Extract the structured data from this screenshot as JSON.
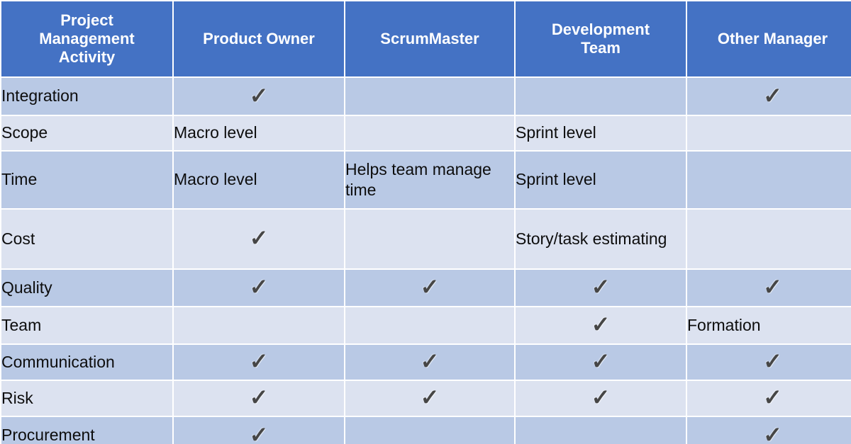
{
  "table": {
    "columns": [
      "Project Management Activity",
      "Product Owner",
      "ScrumMaster",
      "Development Team",
      "Other Manager"
    ],
    "column_lines": [
      [
        "Project",
        "Management",
        "Activity"
      ],
      [
        "Product Owner"
      ],
      [
        "ScrumMaster"
      ],
      [
        "Development",
        "Team"
      ],
      [
        "Other Manager"
      ]
    ],
    "check_glyph": "✓",
    "rows": [
      {
        "activity": "Integration",
        "cells": [
          {
            "type": "check",
            "value": "✓"
          },
          {
            "type": "empty",
            "value": ""
          },
          {
            "type": "empty",
            "value": ""
          },
          {
            "type": "check",
            "value": "✓"
          }
        ]
      },
      {
        "activity": "Scope",
        "cells": [
          {
            "type": "text",
            "value": "Macro level"
          },
          {
            "type": "empty",
            "value": ""
          },
          {
            "type": "text",
            "value": "Sprint level"
          },
          {
            "type": "empty",
            "value": ""
          }
        ]
      },
      {
        "activity": "Time",
        "cells": [
          {
            "type": "text",
            "value": "Macro level"
          },
          {
            "type": "text",
            "value": "Helps team manage time"
          },
          {
            "type": "text",
            "value": "Sprint level"
          },
          {
            "type": "empty",
            "value": ""
          }
        ]
      },
      {
        "activity": "Cost",
        "cells": [
          {
            "type": "check",
            "value": "✓"
          },
          {
            "type": "empty",
            "value": ""
          },
          {
            "type": "text",
            "value": "Story/task estimating"
          },
          {
            "type": "empty",
            "value": ""
          }
        ]
      },
      {
        "activity": "Quality",
        "cells": [
          {
            "type": "check",
            "value": "✓"
          },
          {
            "type": "check",
            "value": "✓"
          },
          {
            "type": "check",
            "value": "✓"
          },
          {
            "type": "check",
            "value": "✓"
          }
        ]
      },
      {
        "activity": "Team",
        "cells": [
          {
            "type": "empty",
            "value": ""
          },
          {
            "type": "empty",
            "value": ""
          },
          {
            "type": "check",
            "value": "✓"
          },
          {
            "type": "text",
            "value": "Formation"
          }
        ]
      },
      {
        "activity": "Communication",
        "cells": [
          {
            "type": "check",
            "value": "✓"
          },
          {
            "type": "check",
            "value": "✓"
          },
          {
            "type": "check",
            "value": "✓"
          },
          {
            "type": "check",
            "value": "✓"
          }
        ]
      },
      {
        "activity": "Risk",
        "cells": [
          {
            "type": "check",
            "value": "✓"
          },
          {
            "type": "check",
            "value": "✓"
          },
          {
            "type": "check",
            "value": "✓"
          },
          {
            "type": "check",
            "value": "✓"
          }
        ]
      },
      {
        "activity": "Procurement",
        "cells": [
          {
            "type": "check",
            "value": "✓"
          },
          {
            "type": "empty",
            "value": ""
          },
          {
            "type": "empty",
            "value": ""
          },
          {
            "type": "check",
            "value": "✓"
          }
        ]
      }
    ]
  },
  "colors": {
    "header_background": "#4472C4",
    "header_text": "#FFFFFF",
    "row_dark": "#B9C9E5",
    "row_light": "#DCE2F0",
    "cell_text": "#0D0D0D",
    "check_mark": "#464646",
    "grid_line": "#FFFFFF"
  }
}
